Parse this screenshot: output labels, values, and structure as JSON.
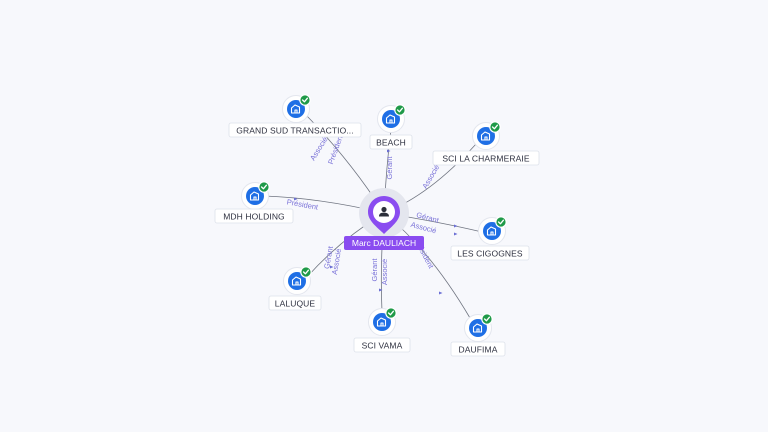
{
  "center": {
    "name": "Marc DAULIACH"
  },
  "companies": [
    {
      "name": "GRAND SUD TRANSACTIO...",
      "roles": [
        "Associé",
        "Président"
      ]
    },
    {
      "name": "BEACH",
      "roles": [
        "Gérant"
      ]
    },
    {
      "name": "SCI LA CHARMERAIE",
      "roles": [
        "Associé"
      ]
    },
    {
      "name": "MDH HOLDING",
      "roles": [
        "Président"
      ]
    },
    {
      "name": "LES CIGOGNES",
      "roles": [
        "Gérant",
        "Associé"
      ]
    },
    {
      "name": "LALUQUE",
      "roles": [
        "Gérant",
        "Associé"
      ]
    },
    {
      "name": "SCI VAMA",
      "roles": [
        "Gérant",
        "Associé"
      ]
    },
    {
      "name": "DAUFIMA",
      "roles": [
        "Président"
      ]
    }
  ],
  "colors": {
    "company": "#1f6fe5",
    "verified": "#1f9a48",
    "person": "#8a4cf0",
    "relation": "#7a72d8"
  },
  "icons": {
    "company": "building-icon",
    "verified": "check-badge-icon",
    "person": "person-icon"
  }
}
